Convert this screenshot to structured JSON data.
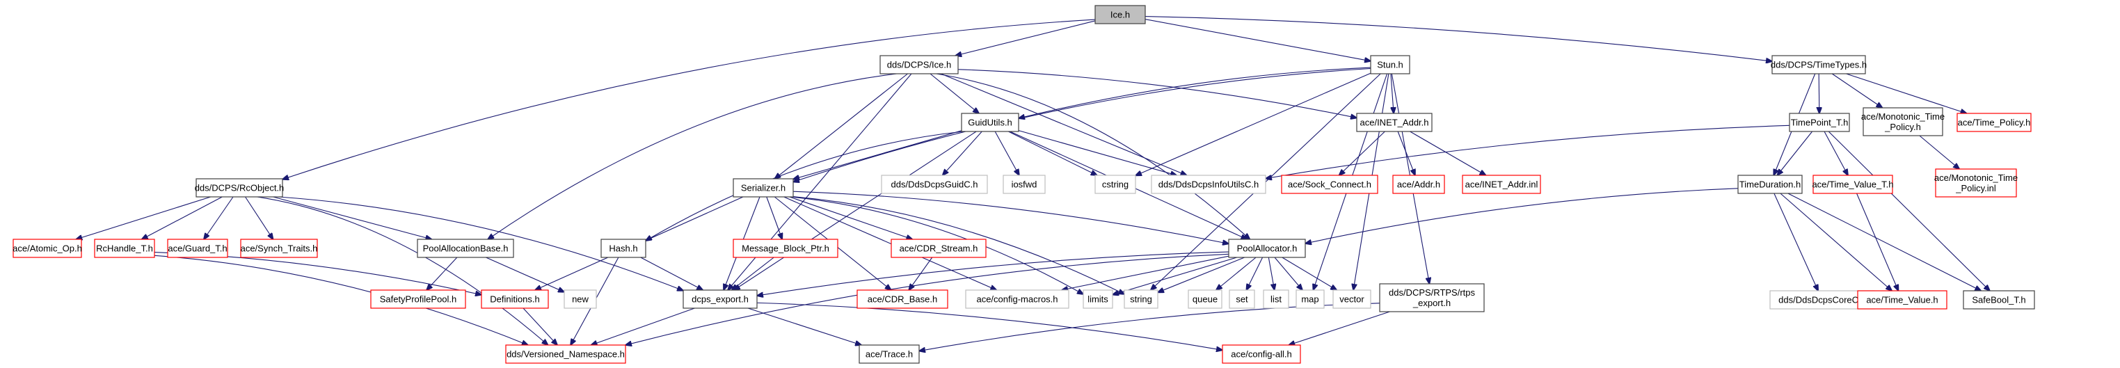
{
  "title": "Ice.h include dependency graph",
  "colors": {
    "edge": "#191970",
    "root_fill": "#bfbfbf",
    "normal_border": "#404040",
    "missing_border": "#ff0000",
    "external_border": "#bfbfbf"
  },
  "nodes": [
    {
      "id": "ice",
      "label": "Ice.h",
      "kind": "root"
    },
    {
      "id": "dcps_ice",
      "label": "dds/DCPS/Ice.h",
      "kind": "normal"
    },
    {
      "id": "stun",
      "label": "Stun.h",
      "kind": "normal"
    },
    {
      "id": "timetypes",
      "label": "dds/DCPS/TimeTypes.h",
      "kind": "normal"
    },
    {
      "id": "rcobject",
      "label": "dds/DCPS/RcObject.h",
      "kind": "normal"
    },
    {
      "id": "guidutils",
      "label": "GuidUtils.h",
      "kind": "normal"
    },
    {
      "id": "inet_addr",
      "label": "ace/INET_Addr.h",
      "kind": "normal"
    },
    {
      "id": "timepoint",
      "label": "TimePoint_T.h",
      "kind": "normal"
    },
    {
      "id": "mono_policy",
      "label": "ace/Monotonic_Time\n_Policy.h",
      "kind": "normal"
    },
    {
      "id": "time_policy",
      "label": "ace/Time_Policy.h",
      "kind": "missing"
    },
    {
      "id": "serializer",
      "label": "Serializer.h",
      "kind": "normal"
    },
    {
      "id": "guidc",
      "label": "dds/DdsDcpsGuidC.h",
      "kind": "external"
    },
    {
      "id": "iosfwd",
      "label": "iosfwd",
      "kind": "external"
    },
    {
      "id": "cstring",
      "label": "cstring",
      "kind": "external"
    },
    {
      "id": "infoutils",
      "label": "dds/DdsDcpsInfoUtilsC.h",
      "kind": "external"
    },
    {
      "id": "sock_connect",
      "label": "ace/Sock_Connect.h",
      "kind": "missing"
    },
    {
      "id": "addr",
      "label": "ace/Addr.h",
      "kind": "missing"
    },
    {
      "id": "inet_inl",
      "label": "ace/INET_Addr.inl",
      "kind": "missing"
    },
    {
      "id": "mono_inl",
      "label": "ace/Monotonic_Time\n_Policy.inl",
      "kind": "missing"
    },
    {
      "id": "timeduration",
      "label": "TimeDuration.h",
      "kind": "normal"
    },
    {
      "id": "time_value_t",
      "label": "ace/Time_Value_T.h",
      "kind": "missing"
    },
    {
      "id": "atomic_op",
      "label": "ace/Atomic_Op.h",
      "kind": "missing"
    },
    {
      "id": "rchandle",
      "label": "RcHandle_T.h",
      "kind": "missing"
    },
    {
      "id": "guard_t",
      "label": "ace/Guard_T.h",
      "kind": "missing"
    },
    {
      "id": "synch_traits",
      "label": "ace/Synch_Traits.h",
      "kind": "missing"
    },
    {
      "id": "poolallocbase",
      "label": "PoolAllocationBase.h",
      "kind": "normal"
    },
    {
      "id": "hash",
      "label": "Hash.h",
      "kind": "normal"
    },
    {
      "id": "msgblock",
      "label": "Message_Block_Ptr.h",
      "kind": "missing"
    },
    {
      "id": "cdr_stream",
      "label": "ace/CDR_Stream.h",
      "kind": "missing"
    },
    {
      "id": "poolallocator",
      "label": "PoolAllocator.h",
      "kind": "normal"
    },
    {
      "id": "corec",
      "label": "dds/DdsDcpsCoreC.h",
      "kind": "external"
    },
    {
      "id": "time_value",
      "label": "ace/Time_Value.h",
      "kind": "missing"
    },
    {
      "id": "safebool",
      "label": "SafeBool_T.h",
      "kind": "normal"
    },
    {
      "id": "safetypool",
      "label": "SafetyProfilePool.h",
      "kind": "missing"
    },
    {
      "id": "definitions",
      "label": "Definitions.h",
      "kind": "missing"
    },
    {
      "id": "new",
      "label": "new",
      "kind": "external"
    },
    {
      "id": "dcps_export",
      "label": "dcps_export.h",
      "kind": "normal"
    },
    {
      "id": "cdr_base",
      "label": "ace/CDR_Base.h",
      "kind": "missing"
    },
    {
      "id": "config_macros",
      "label": "ace/config-macros.h",
      "kind": "external"
    },
    {
      "id": "limits",
      "label": "limits",
      "kind": "external"
    },
    {
      "id": "string",
      "label": "string",
      "kind": "external"
    },
    {
      "id": "queue",
      "label": "queue",
      "kind": "external"
    },
    {
      "id": "set",
      "label": "set",
      "kind": "external"
    },
    {
      "id": "list",
      "label": "list",
      "kind": "external"
    },
    {
      "id": "map",
      "label": "map",
      "kind": "external"
    },
    {
      "id": "vector",
      "label": "vector",
      "kind": "external"
    },
    {
      "id": "rtps_export",
      "label": "dds/DCPS/RTPS/rtps\n_export.h",
      "kind": "normal"
    },
    {
      "id": "versioned_ns",
      "label": "dds/Versioned_Namespace.h",
      "kind": "missing"
    },
    {
      "id": "trace",
      "label": "ace/Trace.h",
      "kind": "normal"
    },
    {
      "id": "config_all",
      "label": "ace/config-all.h",
      "kind": "missing"
    }
  ],
  "edges": [
    [
      "ice",
      "dcps_ice"
    ],
    [
      "ice",
      "stun"
    ],
    [
      "ice",
      "timetypes"
    ],
    [
      "ice",
      "rcobject"
    ],
    [
      "dcps_ice",
      "guidutils"
    ],
    [
      "dcps_ice",
      "inet_addr"
    ],
    [
      "dcps_ice",
      "serializer"
    ],
    [
      "dcps_ice",
      "poolallocbase"
    ],
    [
      "dcps_ice",
      "dcps_export"
    ],
    [
      "dcps_ice",
      "infoutils"
    ],
    [
      "dcps_ice",
      "poolallocator"
    ],
    [
      "stun",
      "guidutils"
    ],
    [
      "stun",
      "inet_addr"
    ],
    [
      "stun",
      "serializer"
    ],
    [
      "stun",
      "cstring"
    ],
    [
      "stun",
      "string"
    ],
    [
      "stun",
      "map"
    ],
    [
      "stun",
      "vector"
    ],
    [
      "stun",
      "rtps_export"
    ],
    [
      "timetypes",
      "timepoint"
    ],
    [
      "timetypes",
      "mono_policy"
    ],
    [
      "timetypes",
      "time_policy"
    ],
    [
      "timetypes",
      "timeduration"
    ],
    [
      "rcobject",
      "atomic_op"
    ],
    [
      "rcobject",
      "rchandle"
    ],
    [
      "rcobject",
      "guard_t"
    ],
    [
      "rcobject",
      "synch_traits"
    ],
    [
      "rcobject",
      "poolallocbase"
    ],
    [
      "rcobject",
      "dcps_export"
    ],
    [
      "rcobject",
      "versioned_ns"
    ],
    [
      "guidutils",
      "guidc"
    ],
    [
      "guidutils",
      "iosfwd"
    ],
    [
      "guidutils",
      "cstring"
    ],
    [
      "guidutils",
      "infoutils"
    ],
    [
      "guidutils",
      "serializer"
    ],
    [
      "guidutils",
      "hash"
    ],
    [
      "guidutils",
      "dcps_export"
    ],
    [
      "guidutils",
      "poolallocator"
    ],
    [
      "inet_addr",
      "sock_connect"
    ],
    [
      "inet_addr",
      "addr"
    ],
    [
      "inet_addr",
      "inet_inl"
    ],
    [
      "timepoint",
      "timeduration"
    ],
    [
      "timepoint",
      "time_value_t"
    ],
    [
      "timepoint",
      "safebool"
    ],
    [
      "timepoint",
      "infoutils"
    ],
    [
      "mono_policy",
      "mono_inl"
    ],
    [
      "timeduration",
      "corec"
    ],
    [
      "timeduration",
      "time_value"
    ],
    [
      "timeduration",
      "safebool"
    ],
    [
      "timeduration",
      "poolallocator"
    ],
    [
      "time_value_t",
      "time_value"
    ],
    [
      "serializer",
      "msgblock"
    ],
    [
      "serializer",
      "cdr_stream"
    ],
    [
      "serializer",
      "cdr_base"
    ],
    [
      "serializer",
      "dcps_export"
    ],
    [
      "serializer",
      "config_macros"
    ],
    [
      "serializer",
      "limits"
    ],
    [
      "serializer",
      "string"
    ],
    [
      "serializer",
      "poolallocator"
    ],
    [
      "serializer",
      "definitions"
    ],
    [
      "rchandle",
      "definitions"
    ],
    [
      "rchandle",
      "versioned_ns"
    ],
    [
      "poolallocbase",
      "safetypool"
    ],
    [
      "poolallocbase",
      "new"
    ],
    [
      "hash",
      "dcps_export"
    ],
    [
      "hash",
      "versioned_ns"
    ],
    [
      "msgblock",
      "dcps_export"
    ],
    [
      "cdr_stream",
      "cdr_base"
    ],
    [
      "poolallocator",
      "queue"
    ],
    [
      "poolallocator",
      "set"
    ],
    [
      "poolallocator",
      "list"
    ],
    [
      "poolallocator",
      "map"
    ],
    [
      "poolallocator",
      "vector"
    ],
    [
      "poolallocator",
      "string"
    ],
    [
      "poolallocator",
      "limits"
    ],
    [
      "poolallocator",
      "config_macros"
    ],
    [
      "poolallocator",
      "versioned_ns"
    ],
    [
      "poolallocator",
      "dcps_export"
    ],
    [
      "definitions",
      "versioned_ns"
    ],
    [
      "dcps_export",
      "versioned_ns"
    ],
    [
      "dcps_export",
      "trace"
    ],
    [
      "dcps_export",
      "config_all"
    ],
    [
      "rtps_export",
      "trace"
    ],
    [
      "rtps_export",
      "config_all"
    ]
  ]
}
